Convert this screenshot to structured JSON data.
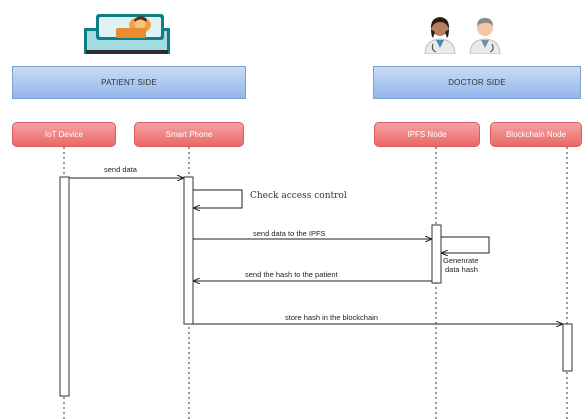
{
  "headers": {
    "patient_side": "PATIENT SIDE",
    "doctor_side": "DOCTOR SIDE"
  },
  "actors": [
    {
      "label": "IoT Device"
    },
    {
      "label": "Smart Phone"
    },
    {
      "label": "IPFS Node"
    },
    {
      "label": "Blockchain Node"
    }
  ],
  "messages": {
    "send_data": "send data",
    "check_access": "Check access control",
    "send_ipfs": "send data to the IPFS",
    "generate_line1": "Genenrate",
    "generate_line2": "data hash",
    "send_hash": "send the hash to the patient",
    "store_hash": "store hash in the blockchain"
  },
  "icons": {
    "patient": "patient-in-bed-icon",
    "doctor_female": "female-doctor-icon",
    "doctor_male": "male-doctor-icon"
  },
  "colors": {
    "header_fill": "#93b6ea",
    "actor_fill": "#ea6767",
    "arrow": "#222222"
  }
}
